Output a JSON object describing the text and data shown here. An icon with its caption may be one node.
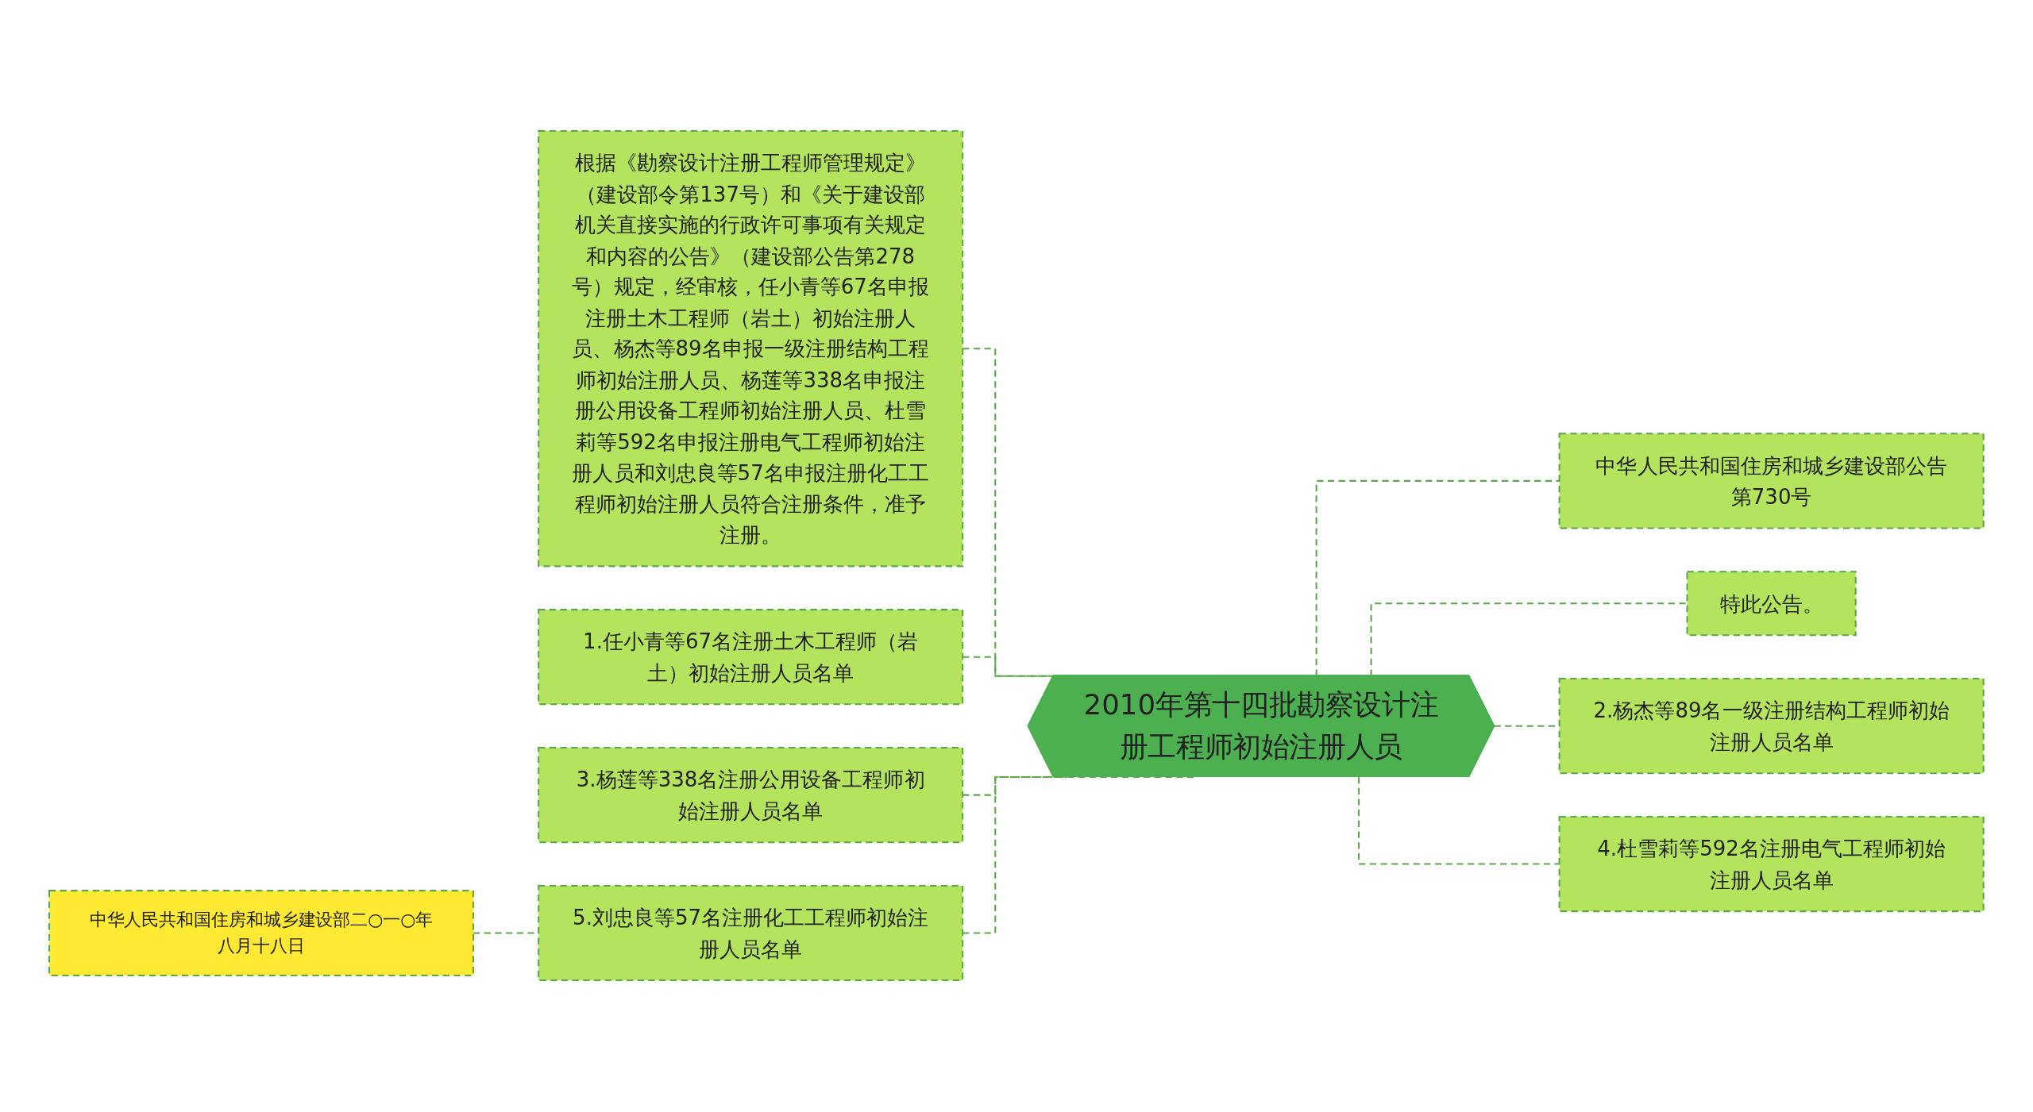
{
  "diagram": {
    "nodes": [
      {
        "text": [
          "2010年第十四批勘察设计注册工程师初始注册人员"
        ]
      },
      {
        "text": [
          "根据《勘察设计注册工程师管理规定》（建设部令第137号）和《关于建设部机关直接实施的行政许可事项有关规定和内容的公告》（建设部公告第278号）规定，经审核，任小青等67名申报注册土木工程师（岩土）初始注册人员、杨杰等89名申报一级注册结构工程师初始注册人员、杨莲等338名申报注册公用设备工程师初始注册人员、杜雪莉等592名申报注册电气工程师初始注册人员和刘忠良等57名申报注册化工工程师初始注册人员符合注册条件，准予注册。"
        ]
      },
      {
        "text": [
          "1.任小青等67名注册土木工程师（岩土）初始注册人员名单"
        ]
      },
      {
        "text": [
          "3.杨莲等338名注册公用设备工程师初始注册人员名单"
        ]
      },
      {
        "text": [
          "5.刘忠良等57名注册化工工程师初始注册人员名单"
        ]
      },
      {
        "text": [
          "中华人民共和国住房和城乡建设部二○一○年八月十八日"
        ]
      },
      {
        "text": [
          "中华人民共和国住房和城乡建设部公告第730号"
        ]
      },
      {
        "text": [
          "特此公告。"
        ]
      },
      {
        "text": [
          "2.杨杰等89名一级注册结构工程师初始注册人员名单"
        ]
      },
      {
        "text": [
          "4.杜雪莉等592名注册电气工程师初始注册人员名单"
        ]
      }
    ],
    "edges": [
      {
        "from": 1,
        "to": 0,
        "arrow": "none",
        "style": "dashed"
      },
      {
        "from": 2,
        "to": 0,
        "arrow": "none",
        "style": "dashed"
      },
      {
        "from": 3,
        "to": 0,
        "arrow": "none",
        "style": "dashed"
      },
      {
        "from": 4,
        "to": 0,
        "arrow": "none",
        "style": "dashed"
      },
      {
        "from": 5,
        "to": 4,
        "arrow": "none",
        "style": "dashed"
      },
      {
        "from": 0,
        "to": 6,
        "arrow": "none",
        "style": "dashed"
      },
      {
        "from": 0,
        "to": 7,
        "arrow": "none",
        "style": "dashed"
      },
      {
        "from": 0,
        "to": 8,
        "arrow": "none",
        "style": "dashed"
      },
      {
        "from": 0,
        "to": 9,
        "arrow": "none",
        "style": "dashed"
      }
    ]
  }
}
